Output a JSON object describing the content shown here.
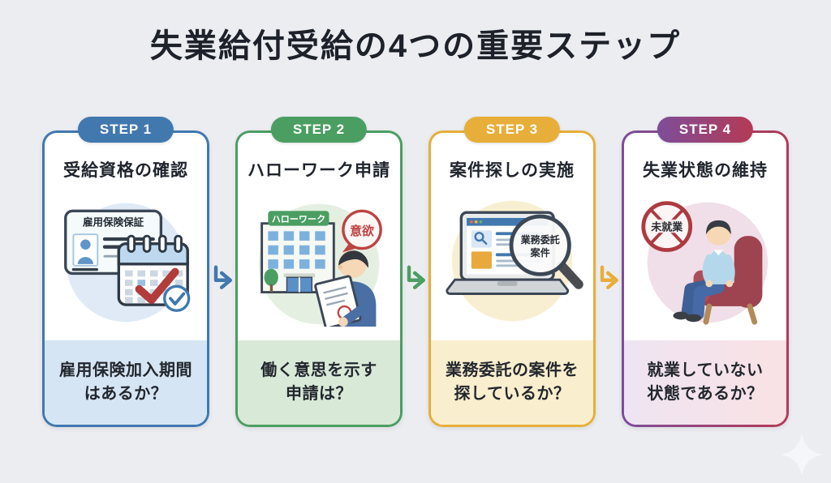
{
  "page": {
    "title": "失業給付受給の4つの重要ステップ",
    "background": "#ecedf1"
  },
  "steps": [
    {
      "badge": "STEP 1",
      "title": "受給資格の確認",
      "question": [
        "雇用保険加入期間",
        "はあるか？"
      ],
      "illustration": {
        "name": "insurance-card-and-calendar",
        "card_title": "雇用保険保証"
      },
      "colors": {
        "accent_start": "#4178ae",
        "accent_end": "#4178ae",
        "panel_start": "#d6e5f4",
        "panel_end": "#d6e5f4",
        "circle": "#dfeaf6"
      }
    },
    {
      "badge": "STEP 2",
      "title": "ハローワーク申請",
      "question": [
        "働く意思を示す",
        "申請は？"
      ],
      "illustration": {
        "name": "hellowork-building-and-applicant",
        "sign": "ハローワーク",
        "bubble": "意欲"
      },
      "colors": {
        "accent_start": "#4b9e62",
        "accent_end": "#4b9e62",
        "panel_start": "#d9e9d8",
        "panel_end": "#d9e9d8",
        "circle": "#e4efe1"
      }
    },
    {
      "badge": "STEP 3",
      "title": "案件探しの実施",
      "question": [
        "業務委託の案件を",
        "探しているか？"
      ],
      "illustration": {
        "name": "laptop-job-search-magnifier",
        "magnifier_line1": "業務委託",
        "magnifier_line2": "案件"
      },
      "colors": {
        "accent_start": "#e7ae3a",
        "accent_end": "#e7ae3a",
        "panel_start": "#f9eecd",
        "panel_end": "#f9eecd",
        "circle": "#f8efd2"
      }
    },
    {
      "badge": "STEP 4",
      "title": "失業状態の維持",
      "question": [
        "就業していない",
        "状態であるか？"
      ],
      "illustration": {
        "name": "unemployed-person-in-armchair",
        "sign": "未就業"
      },
      "colors": {
        "accent_start": "#7d4d99",
        "accent_end": "#b43a55",
        "panel_start": "#eee4f2",
        "panel_end": "#f9e2e4",
        "circle": "#f0dfe8"
      }
    }
  ],
  "arrows": [
    {
      "name": "arrow-step1-step2",
      "color": "#4178ae"
    },
    {
      "name": "arrow-step2-step3",
      "color": "#4b9e62"
    },
    {
      "name": "arrow-step3-step4",
      "color": "#e7ae3a"
    }
  ]
}
